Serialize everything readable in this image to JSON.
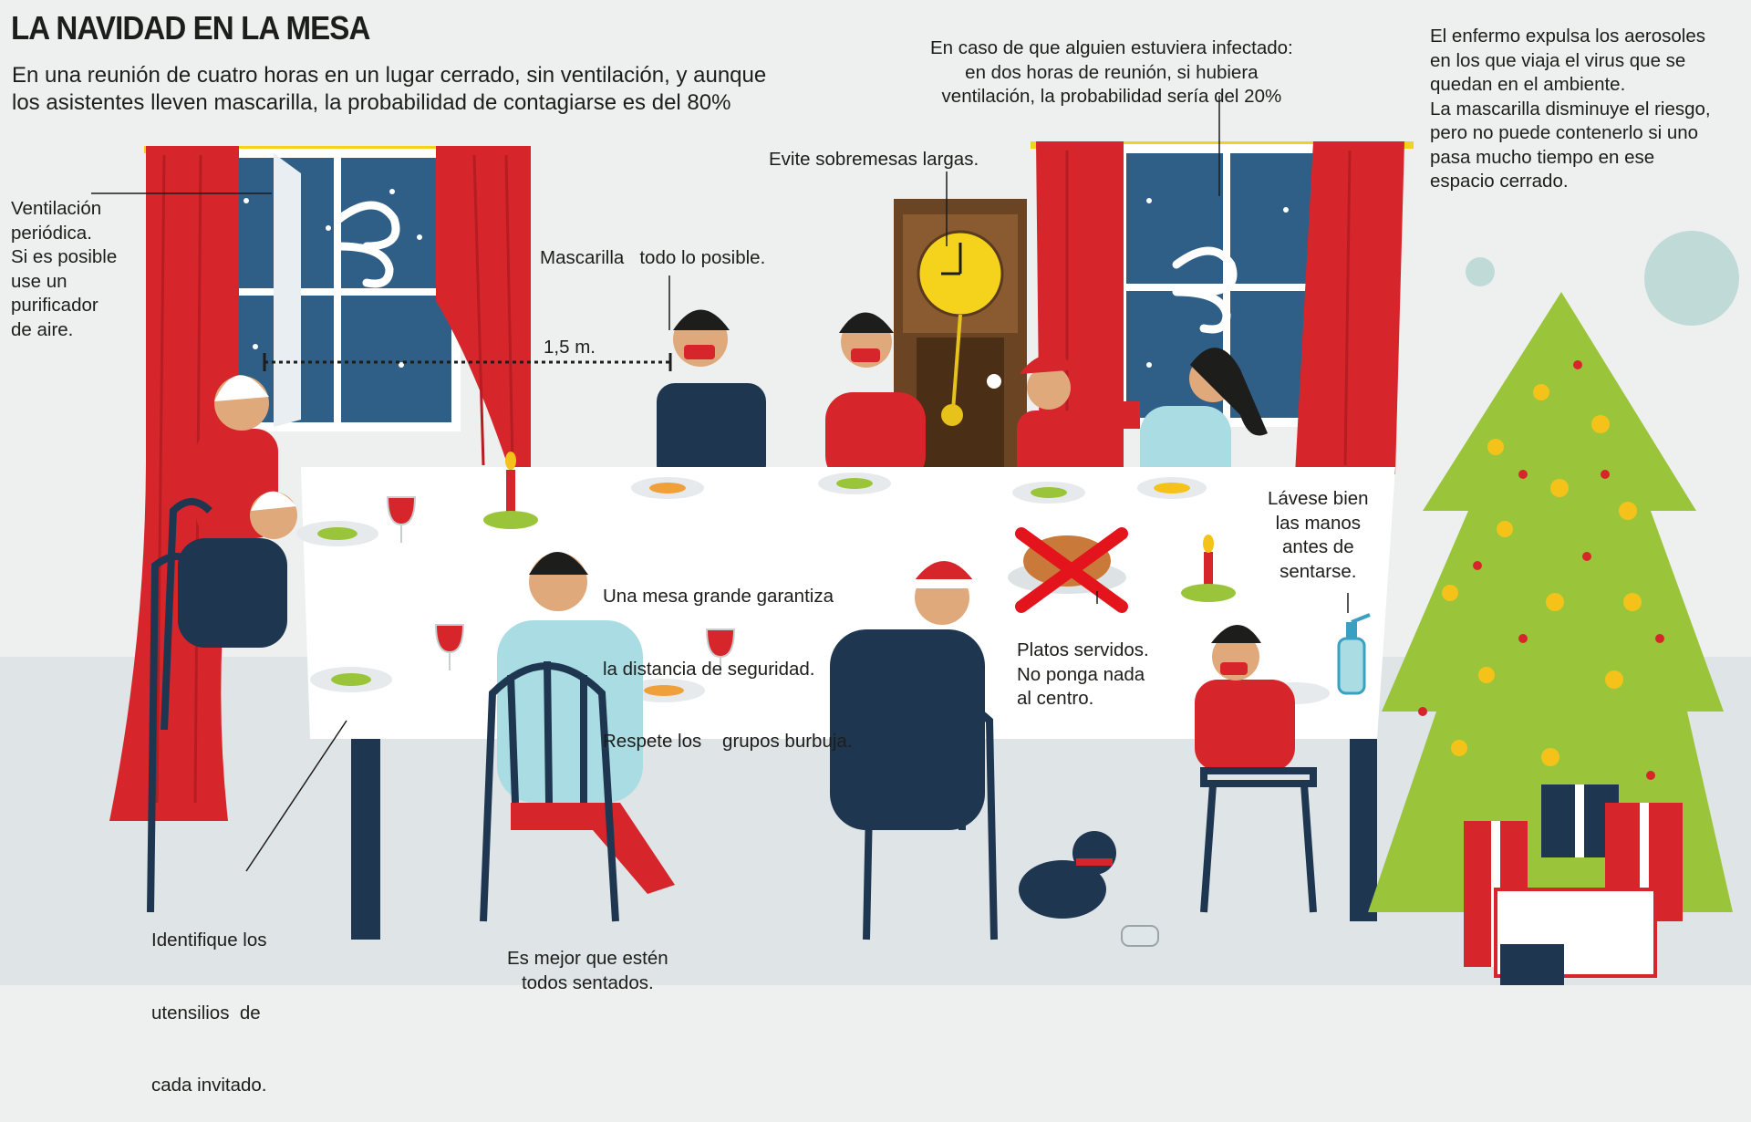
{
  "title": "LA NAVIDAD EN LA MESA",
  "lead": {
    "line1": "En una reunión de cuatro horas en un lugar cerrado, sin ventilación, y aunque",
    "line2": "los asistentes lleven mascarilla, la probabilidad de contagiarse es del 80%"
  },
  "infected_note": {
    "line1": "En caso de que alguien estuviera infectado:",
    "line2": "en dos horas de reunión, si hubiera",
    "line3": "ventilación, la probabilidad sería del 20%"
  },
  "aerosol_note": {
    "line1": "El enfermo expulsa los aerosoles",
    "line2": "en los que viaja el virus que se",
    "line3": "quedan en el ambiente.",
    "line4": "La mascarilla disminuye el riesgo,",
    "line5": "pero no puede contenerlo si uno",
    "line6": "pasa mucho tiempo en ese",
    "line7": "espacio cerrado."
  },
  "ventilation_note": {
    "line1": "Ventilación",
    "line2": "periódica.",
    "line3": "Si es posible",
    "line4": "use un",
    "line5": "purificador",
    "line6": "de aire."
  },
  "sobremesa_note": "Evite sobremesas largas.",
  "mask_note": "Mascarilla   todo lo posible.",
  "distance_label": "1,5 m.",
  "table_note": {
    "line1": "Una mesa grande garantiza",
    "line2": "la distancia de seguridad.",
    "line3": "Respete los    grupos burbuja."
  },
  "plates_note": {
    "line1": "Platos servidos.",
    "line2": "No ponga nada",
    "line3": "al centro."
  },
  "hands_note": {
    "line1": "Lávese bien",
    "line2": "las manos",
    "line3": "antes de",
    "line4": "sentarse."
  },
  "utensils_note": {
    "line1": "Identifique los",
    "line2": "utensilios  de",
    "line3": "cada invitado."
  },
  "seated_note": {
    "line1": "Es mejor que estén",
    "line2": "todos sentados."
  },
  "colors": {
    "background": "#eef0ef",
    "curtain_red": "#d7262b",
    "window_blue": "#2f5f86",
    "navy": "#1f3650",
    "tree_green": "#9ac53a",
    "star_yellow": "#f5c21a",
    "clock_brown": "#5a3a1e",
    "table_white": "#ffffff",
    "skin": "#e0a97c"
  }
}
